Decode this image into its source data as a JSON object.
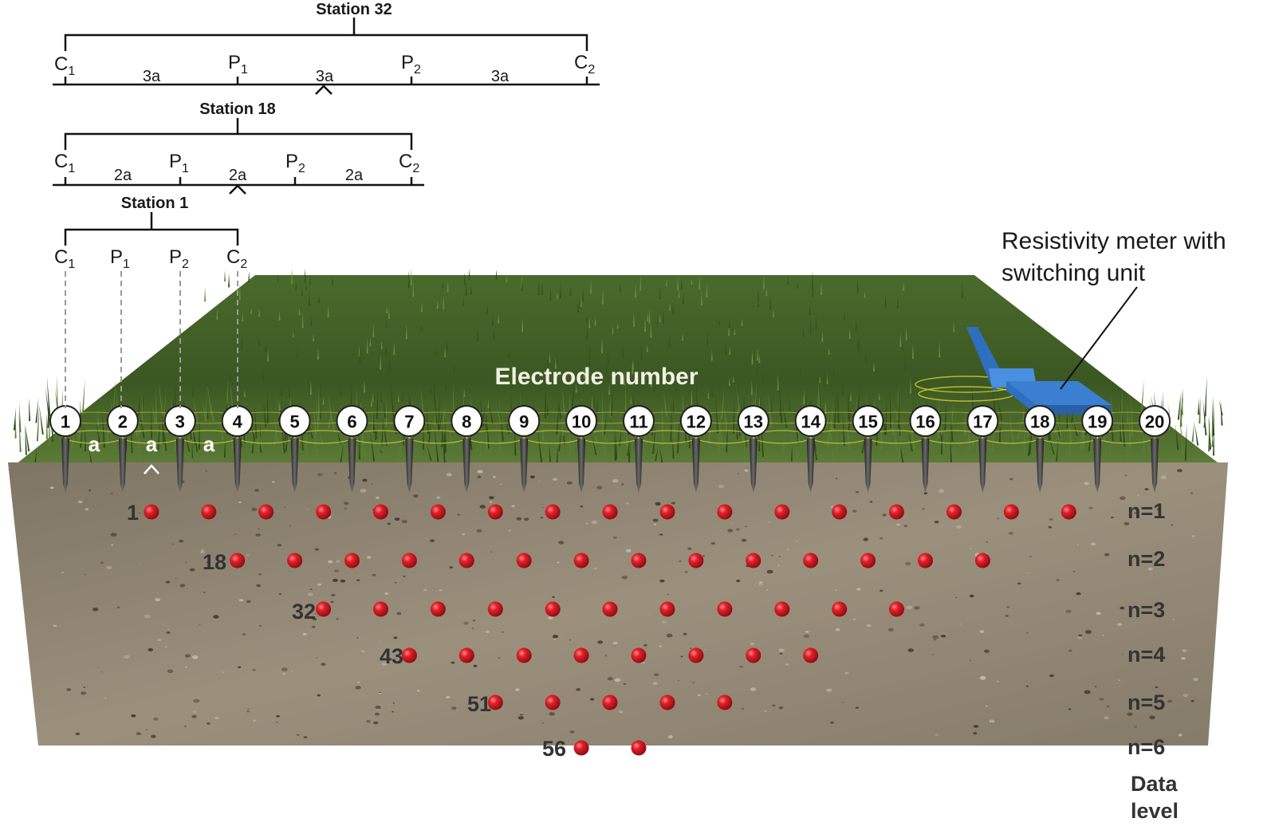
{
  "colors": {
    "grass_dark": "#3e5b25",
    "grass_light": "#6d8a45",
    "soil": "#8a7f6d",
    "soil_light": "#a99f8c",
    "datum": "#c8141a",
    "meter": "#3b7fd1",
    "loop": "#d8d23a"
  },
  "stations": [
    {
      "label": "Station 32",
      "electrodes": [
        "C",
        "P",
        "P",
        "C"
      ],
      "subs": [
        "1",
        "1",
        "2",
        "2"
      ],
      "spacings": [
        "3a",
        "3a",
        "3a"
      ]
    },
    {
      "label": "Station 18",
      "electrodes": [
        "C",
        "P",
        "P",
        "C"
      ],
      "subs": [
        "1",
        "1",
        "2",
        "2"
      ],
      "spacings": [
        "2a",
        "2a",
        "2a"
      ]
    },
    {
      "label": "Station 1",
      "electrodes": [
        "C",
        "P",
        "P",
        "C"
      ],
      "subs": [
        "1",
        "1",
        "2",
        "2"
      ],
      "spacings": []
    }
  ],
  "spacing_label": "a",
  "electrode_caption": "Electrode number",
  "electrode_numbers": [
    "1",
    "2",
    "3",
    "4",
    "5",
    "6",
    "7",
    "8",
    "9",
    "10",
    "11",
    "12",
    "13",
    "14",
    "15",
    "16",
    "17",
    "18",
    "19",
    "20"
  ],
  "meter_caption": [
    "Resistivity meter with",
    "switching unit"
  ],
  "levels": [
    {
      "label": "n=1",
      "first_index": "1",
      "points": 17
    },
    {
      "label": "n=2",
      "first_index": "18",
      "points": 14
    },
    {
      "label": "n=3",
      "first_index": "32",
      "points": 11
    },
    {
      "label": "n=4",
      "first_index": "43",
      "points": 8
    },
    {
      "label": "n=5",
      "first_index": "51",
      "points": 5
    },
    {
      "label": "n=6",
      "first_index": "56",
      "points": 2
    }
  ],
  "level_axis_title": [
    "Data",
    "level"
  ]
}
